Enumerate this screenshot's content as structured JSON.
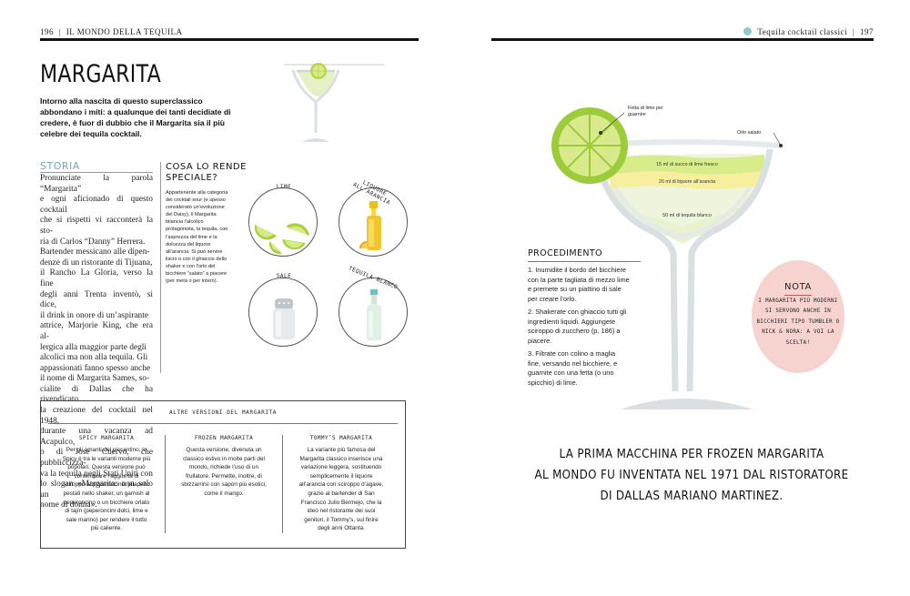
{
  "header": {
    "left_page_number": "196",
    "left_section": "IL MONDO DELLA TEQUILA",
    "right_section": "Tequila cocktail classici",
    "right_page_number": "197",
    "separator": "|"
  },
  "title": "MARGARITA",
  "intro_lines": [
    "Intorno alla nascita di questo superclassico",
    "abbondano i miti: a qualunque dei tanti decidiate di",
    "credere, è fuor di dubbio che il Margarita sia il più",
    "celebre dei tequila cocktail."
  ],
  "storia": {
    "heading": "STORIA",
    "lines": [
      "Pronunciate la parola “Margarita”",
      "e ogni aficionado di questo cocktail",
      "che si rispetti vi racconterà la sto-",
      "ria di Carlos “Danny” Herrera.",
      "Bartender messicano alle dipen-",
      "denze di un ristorante di Tijuana,",
      "il Rancho La Gloria, verso la fine",
      "degli anni Trenta inventò, si dice,",
      "il drink in onore di un’aspirante",
      "attrice, Marjorie King, che era al-",
      "lergica alla maggior parte degli",
      "alcolici ma non alla tequila. Gli",
      "appassionati fanno spesso anche",
      "il nome di Margarita Sames, so-",
      "cialite di Dallas che ha rivendicato",
      "la creazione del cocktail nel 1948,",
      "durante una vacanza ad Acapulco,",
      "o di Jose Cuervo, che pubbliccizza-",
      "va la tequila negli Stati Uniti con",
      "lo slogan «Margarita: non solo un",
      "nome di donna»."
    ]
  },
  "cosa": {
    "heading_lines": [
      "COSA LO RENDE",
      "SPECIALE?"
    ],
    "lines": [
      "Appartenente alla categoria",
      "dei cocktail sour (e spesso",
      "considerato un’evoluzione",
      "del Daisy), il Margarita",
      "bilancia l’alcolico",
      "protagonista, la tequila, con",
      "l’asprezza del lime e la",
      "dolcezza del liquore",
      "all’arancia. Si può servire",
      "liscio o con il ghiaccio dello",
      "shaker e con l’orlo del",
      "bicchiere “salato” a piacere",
      "(per metà o per intero)."
    ]
  },
  "ingredients": [
    {
      "label": "LIME",
      "icon": "lime-slices-icon"
    },
    {
      "label": "LIQUORE ALL’ARANCIA",
      "icon": "orange-liqueur-bottle-icon"
    },
    {
      "label": "SALE",
      "icon": "salt-shaker-icon"
    },
    {
      "label": "TEQUILA BLANCO",
      "icon": "tequila-bottle-icon"
    }
  ],
  "versions": {
    "title": "ALTRE VERSIONI DEL MARGARITA",
    "items": [
      {
        "name": "SPICY MARGARITA",
        "lines": [
          "Per gli amanti del piccantino, lo",
          "Spicy è tra le varianti moderne più",
          "popolari. Questa versione può",
          "contemplare l’aggiunta di",
          "sciroppo al peperoncino, jalapeño",
          "pestati nello shaker, un garnish al",
          "peperoncino o un bicchiere orlato",
          "di tajín (peperoncini dolci, lime e",
          "sale marino) per rendere il tutto",
          "più caliente."
        ]
      },
      {
        "name": "FROZEN MARGARITA",
        "lines": [
          "Questa versione, divenuta un",
          "classico estivo in molte parti del",
          "mondo, richiede l’uso di un",
          "frullatore. Permette, inoltre, di",
          "sbizzarrirsi con sapori più esotici,",
          "come il mango."
        ]
      },
      {
        "name": "TOMMY’S MARGARITA",
        "lines": [
          "La variante più famosa del",
          "Margarita classico inserisce una",
          "variazione leggera, sostituendo",
          "semplicemente il liquore",
          "all’arancia con sciroppo d’agave,",
          "grazie al bartender di San",
          "Francisco Julio Bermejo, che la",
          "ideò nel ristorante dei suoi",
          "genitori, il Tommy’s, sul finire",
          "degli anni Ottanta."
        ]
      }
    ]
  },
  "diagram": {
    "garnish_label_lines": [
      "Fetta di lime per",
      "guarnire"
    ],
    "rim_label": "Orlo salato",
    "layers": [
      "15 ml di succo di lime fresco",
      "20 ml di liquore all’arancia",
      "50 ml di tequila blanco"
    ]
  },
  "procedimento": {
    "heading": "PROCEDIMENTO",
    "steps": [
      {
        "lines": [
          "1. Inumidite il bordo del bicchiere",
          "con la parte tagliata di mezzo lime",
          "e premete su un piattino di sale",
          "per creare l’orlo."
        ]
      },
      {
        "lines": [
          "2. Shakerate con ghiaccio tutti gli",
          "ingredienti liquidi. Aggiungete",
          "sciroppo di zucchero (p. 186) a",
          "piacere."
        ]
      },
      {
        "lines": [
          "3. Filtrate con colino a maglia",
          "fine, versando nel bicchiere, e",
          "guarnite con una fetta (o uno",
          "spicchio) di lime."
        ]
      }
    ]
  },
  "nota": {
    "heading": "NOTA",
    "lines": [
      "I MARGARITA PIÙ MODERNI",
      "SI SERVONO ANCHE IN",
      "BICCHIERI TIPO TUMBLER O",
      "NICK & NORA: A VOI LA",
      "SCELTA!"
    ]
  },
  "quote_lines": [
    "LA PRIMA MACCHINA PER FROZEN MARGARITA",
    "AL MONDO FU INVENTATA NEL 1971 DAL RISTORATORE",
    "DI DALLAS MARIANO MARTINEZ."
  ],
  "colors": {
    "accent_blue": "#6fa8c0",
    "lime_green": "#9ccc3a",
    "nota_pink": "#f7d3d0",
    "glass_grey": "#d9dfe3"
  }
}
